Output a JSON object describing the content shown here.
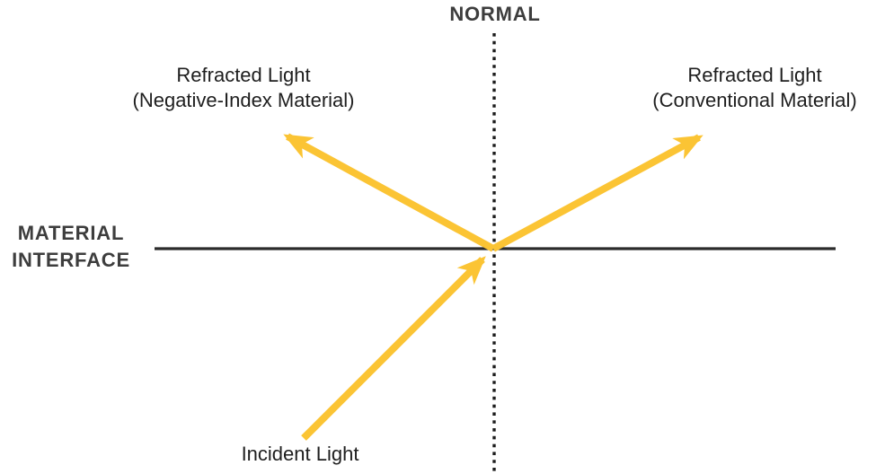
{
  "colors": {
    "background": "#ffffff",
    "ray": "#fbc434",
    "interface": "#2b2b2b",
    "normal": "#1c1c1c",
    "heading": "#3d3d3d",
    "label": "#1e1e1e"
  },
  "labels": {
    "normal": "NORMAL",
    "material_interface_line1": "MATERIAL",
    "material_interface_line2": "INTERFACE",
    "refracted_negative_line1": "Refracted Light",
    "refracted_negative_line2": "(Negative-Index Material)",
    "refracted_conventional_line1": "Refracted Light",
    "refracted_conventional_line2": "(Conventional Material)",
    "incident": "Incident Light"
  },
  "rays": {
    "incident": "incident-light-ray",
    "refracted_negative": "refracted-ray-negative-index",
    "refracted_conventional": "refracted-ray-conventional"
  }
}
